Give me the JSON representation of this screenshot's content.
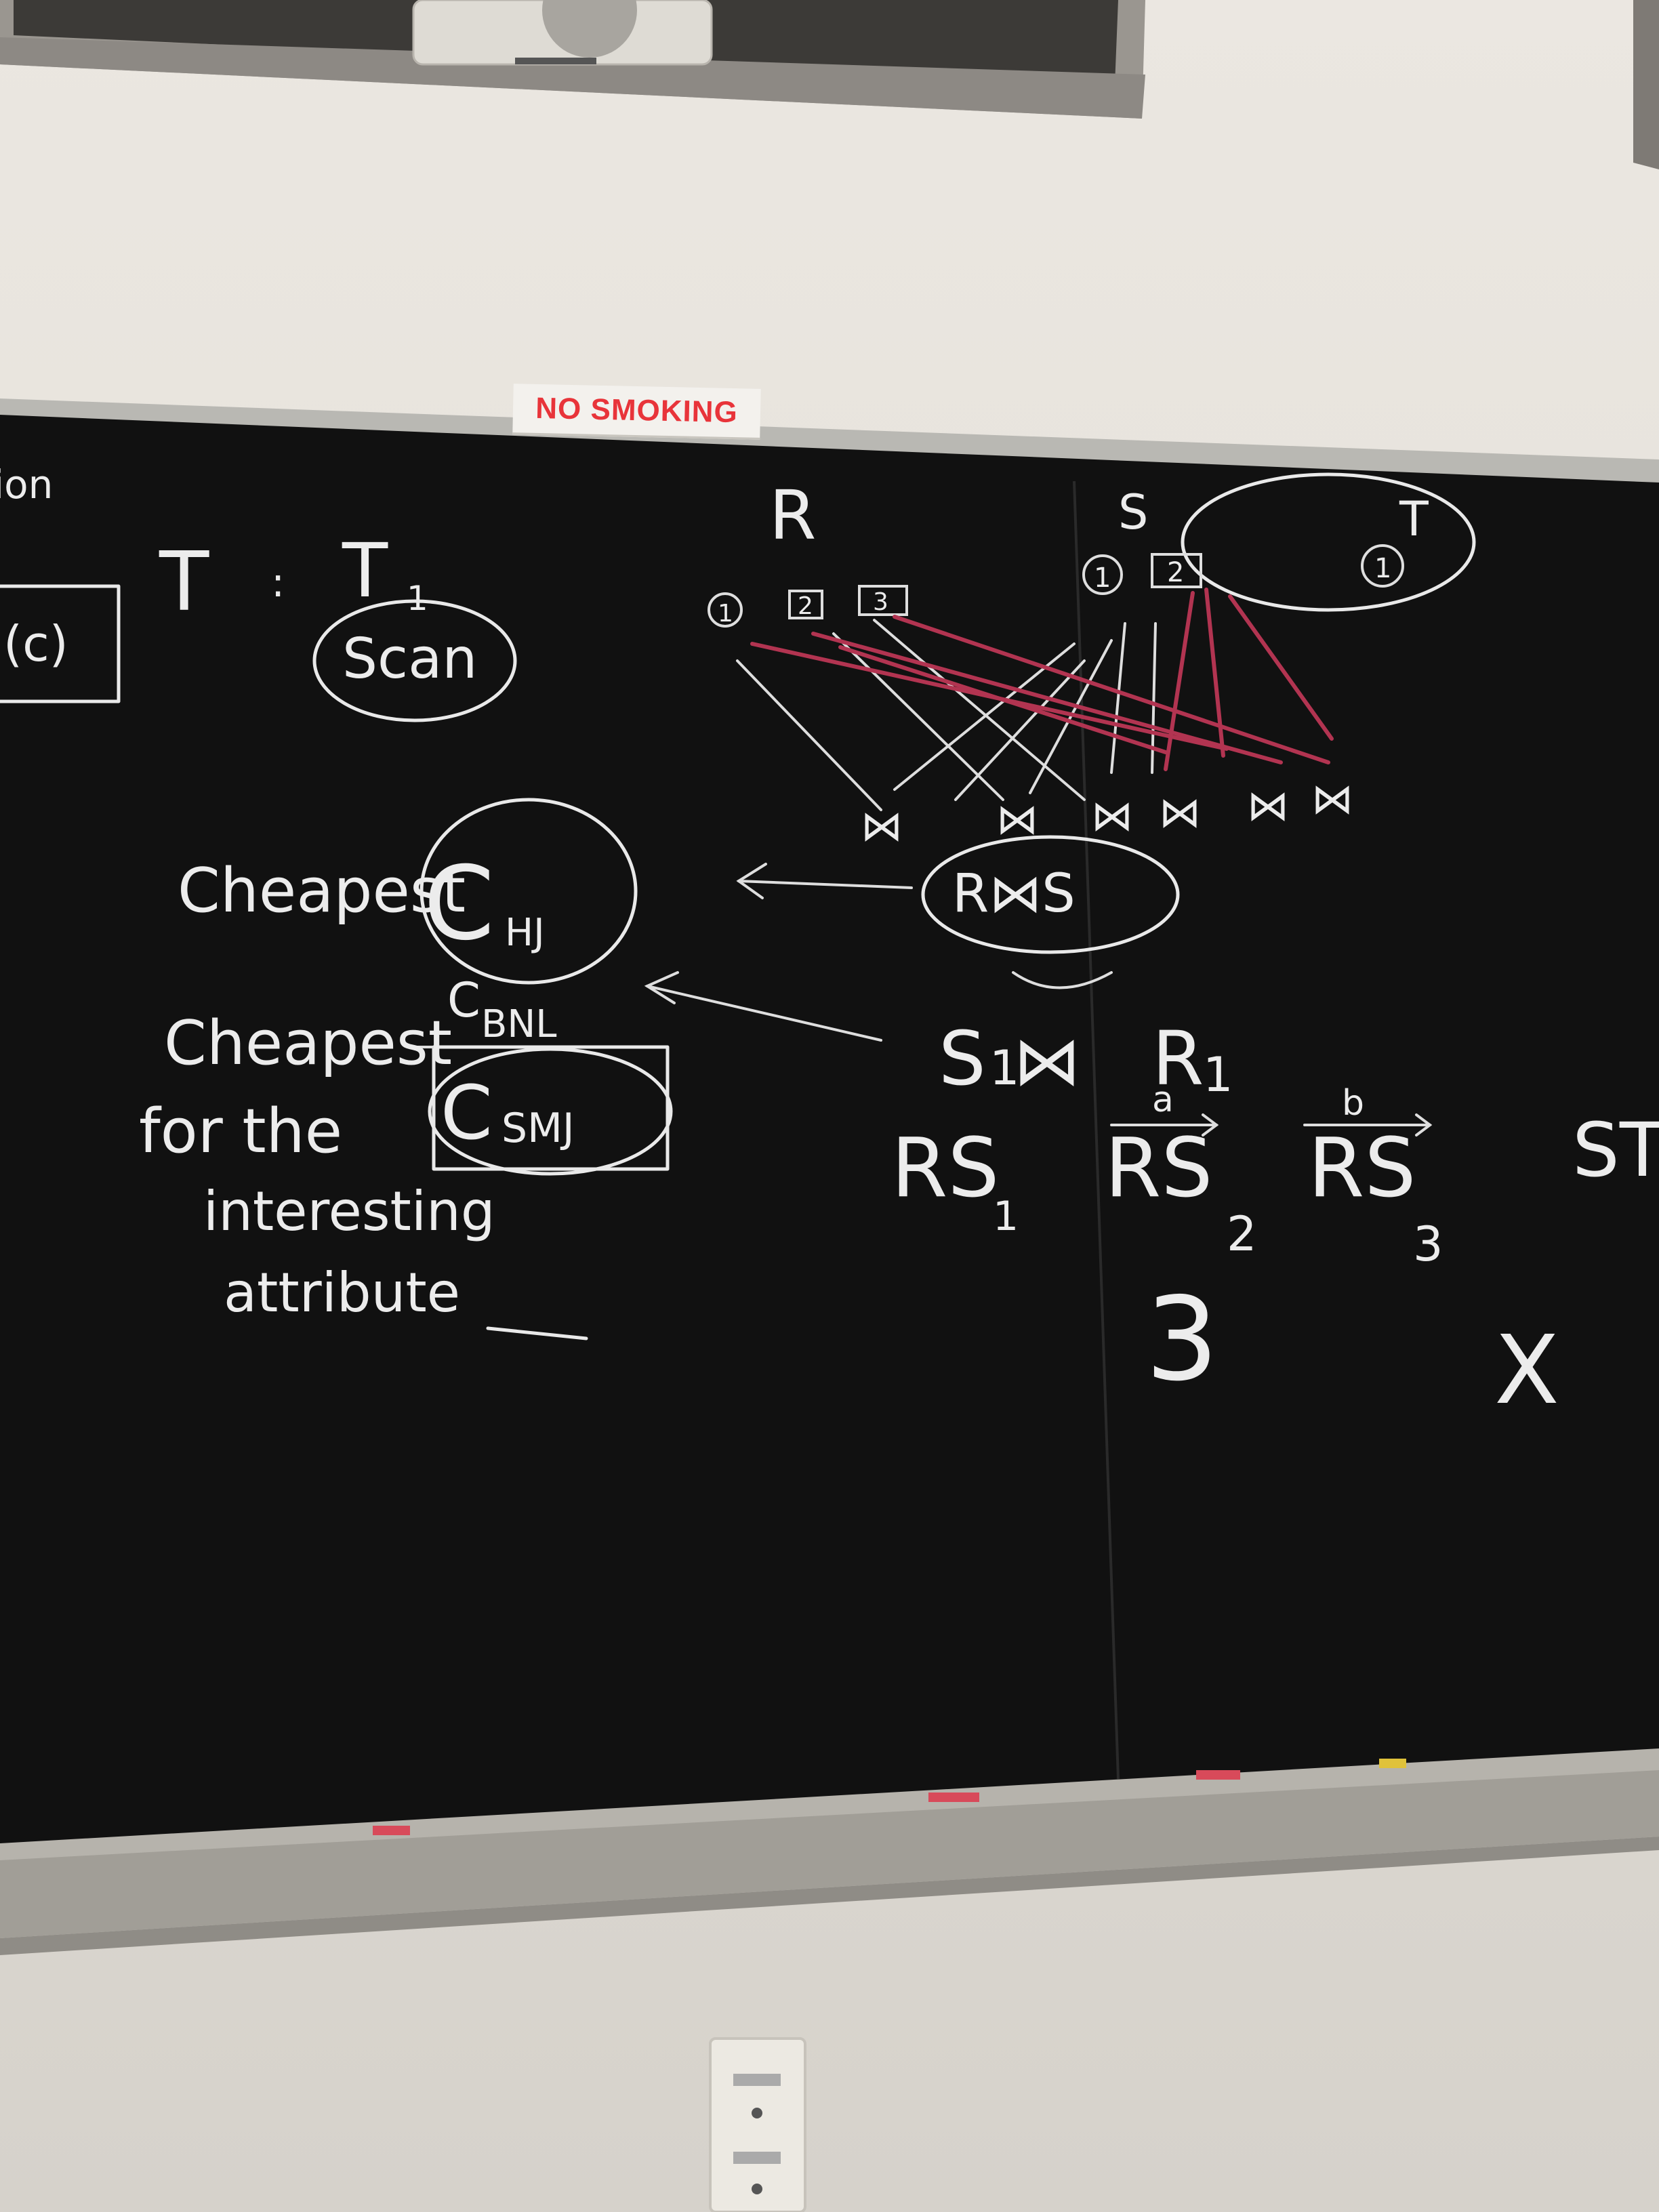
{
  "sign": {
    "label": "NO SMOKING",
    "color": "#e8343a"
  },
  "board": {
    "top_left": {
      "partial": "ion",
      "t_label": "T",
      "colon": ":",
      "t1_label": "T",
      "t1_sub": "1",
      "box_left": "(c)",
      "scan": "Scan"
    },
    "relations": {
      "r_label": "R",
      "r_nodes": [
        "1",
        "2",
        "3"
      ],
      "s_label": "S",
      "s_nodes": [
        "1",
        "2"
      ],
      "t_label": "T",
      "t_nodes": [
        "1"
      ]
    },
    "join_symbol": "⋈",
    "join_expr": "R⋈S",
    "cheapest": "Cheapest",
    "c_hj": {
      "c": "C",
      "sub": "HJ"
    },
    "c_bnl": {
      "c": "C",
      "sub": "BNL"
    },
    "c_smj": {
      "c": "C",
      "sub": "SMJ"
    },
    "note_lines": [
      "Cheapest",
      "for the",
      "interesting",
      "attribute"
    ],
    "s_join_r": {
      "s": "S",
      "sub": "1",
      "r": "R",
      "rsub": "1"
    },
    "rs_items": [
      {
        "label": "RS",
        "sub": "1",
        "over": ""
      },
      {
        "label": "RS",
        "sub": "2",
        "over": "a"
      },
      {
        "label": "RS",
        "sub": "3",
        "over": "b"
      }
    ],
    "three": "3",
    "st_partial": "ST",
    "x_mark": "X"
  },
  "colors": {
    "chalkboard": "#111111",
    "chalk": "#e9e9e9",
    "red_chalk": "#b23451"
  }
}
